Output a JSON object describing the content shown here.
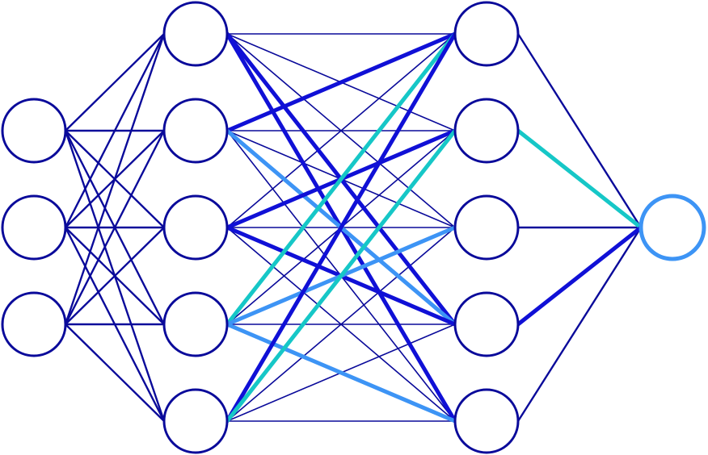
{
  "network": {
    "layers": [
      {
        "role": "input",
        "size": 3,
        "color": "#0a0a9a"
      },
      {
        "role": "hidden",
        "size": 5,
        "color": "#0a0a9a"
      },
      {
        "role": "hidden",
        "size": 5,
        "color": "#0a0a9a"
      },
      {
        "role": "output",
        "size": 1,
        "color": "#3d94f5"
      }
    ],
    "colors": {
      "default_edge": "#0a0a9a",
      "strong_dark": "#1010d6",
      "highlight_cyan": "#16c7c7",
      "highlight_sky": "#3d94f5"
    },
    "highlighted_edges": [
      {
        "from_layer": 1,
        "from": 0,
        "to": 2,
        "to_index": 4,
        "style": "strong_dark"
      },
      {
        "from_layer": 1,
        "from": 0,
        "to": 2,
        "to_index": 3,
        "style": "strong_dark"
      },
      {
        "from_layer": 1,
        "from": 1,
        "to": 2,
        "to_index": 0,
        "style": "strong_dark"
      },
      {
        "from_layer": 1,
        "from": 1,
        "to": 2,
        "to_index": 3,
        "style": "highlight_sky"
      },
      {
        "from_layer": 1,
        "from": 2,
        "to": 2,
        "to_index": 1,
        "style": "strong_dark"
      },
      {
        "from_layer": 1,
        "from": 2,
        "to": 2,
        "to_index": 3,
        "style": "strong_dark"
      },
      {
        "from_layer": 1,
        "from": 3,
        "to": 2,
        "to_index": 0,
        "style": "highlight_cyan"
      },
      {
        "from_layer": 1,
        "from": 3,
        "to": 2,
        "to_index": 2,
        "style": "highlight_sky"
      },
      {
        "from_layer": 1,
        "from": 3,
        "to": 2,
        "to_index": 4,
        "style": "highlight_sky"
      },
      {
        "from_layer": 1,
        "from": 4,
        "to": 2,
        "to_index": 0,
        "style": "strong_dark"
      },
      {
        "from_layer": 1,
        "from": 4,
        "to": 2,
        "to_index": 1,
        "style": "highlight_cyan"
      },
      {
        "from_layer": 2,
        "from": 1,
        "to": 3,
        "to_index": 0,
        "style": "highlight_cyan"
      },
      {
        "from_layer": 2,
        "from": 3,
        "to": 3,
        "to_index": 0,
        "style": "strong_dark"
      }
    ]
  }
}
